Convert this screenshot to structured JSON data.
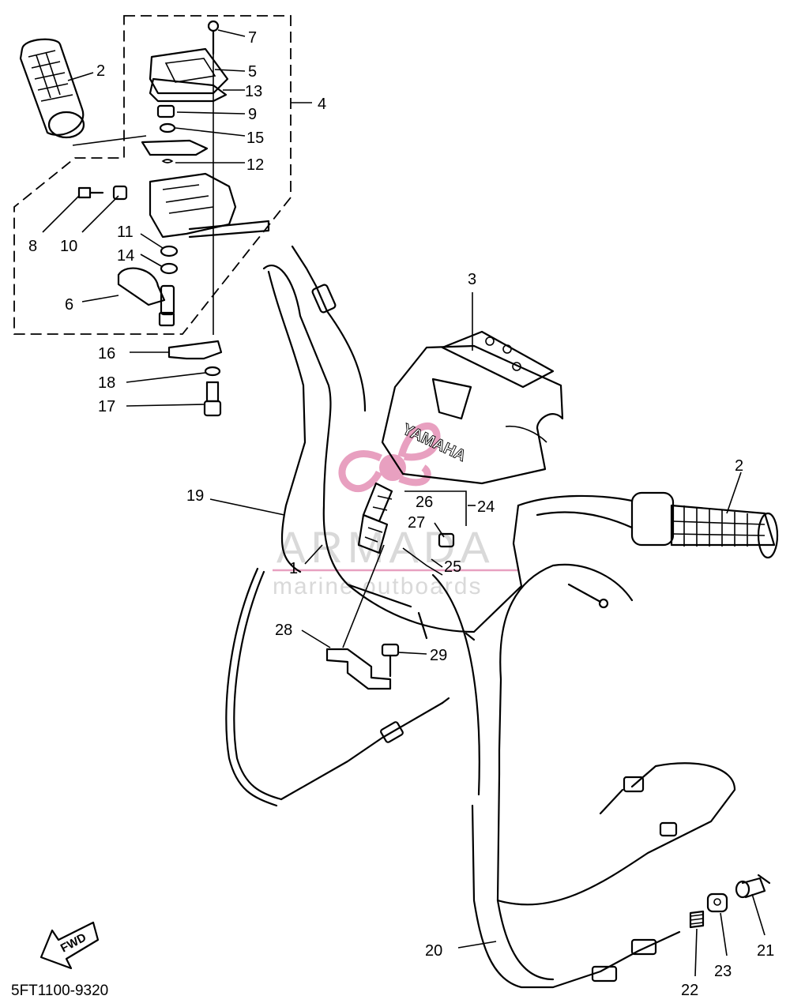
{
  "diagram_code": "5FT1100-9320",
  "watermark": {
    "brand": "ARMADA",
    "tagline": "marine outboards",
    "accent_color": "#e8a0c0"
  },
  "cover_lettering": "YAMAHA",
  "forward_arrow_label": "FWD",
  "callouts": {
    "c1": "1",
    "c2a": "2",
    "c2b": "2",
    "c3": "3",
    "c4": "4",
    "c5": "5",
    "c6": "6",
    "c7": "7",
    "c8": "8",
    "c9": "9",
    "c10": "10",
    "c11": "11",
    "c12": "12",
    "c13": "13",
    "c14": "14",
    "c15": "15",
    "c16": "16",
    "c17": "17",
    "c18": "18",
    "c19": "19",
    "c20": "20",
    "c21": "21",
    "c22": "22",
    "c23": "23",
    "c24": "24",
    "c25": "25",
    "c26": "26",
    "c27": "27",
    "c28": "28",
    "c29": "29"
  }
}
